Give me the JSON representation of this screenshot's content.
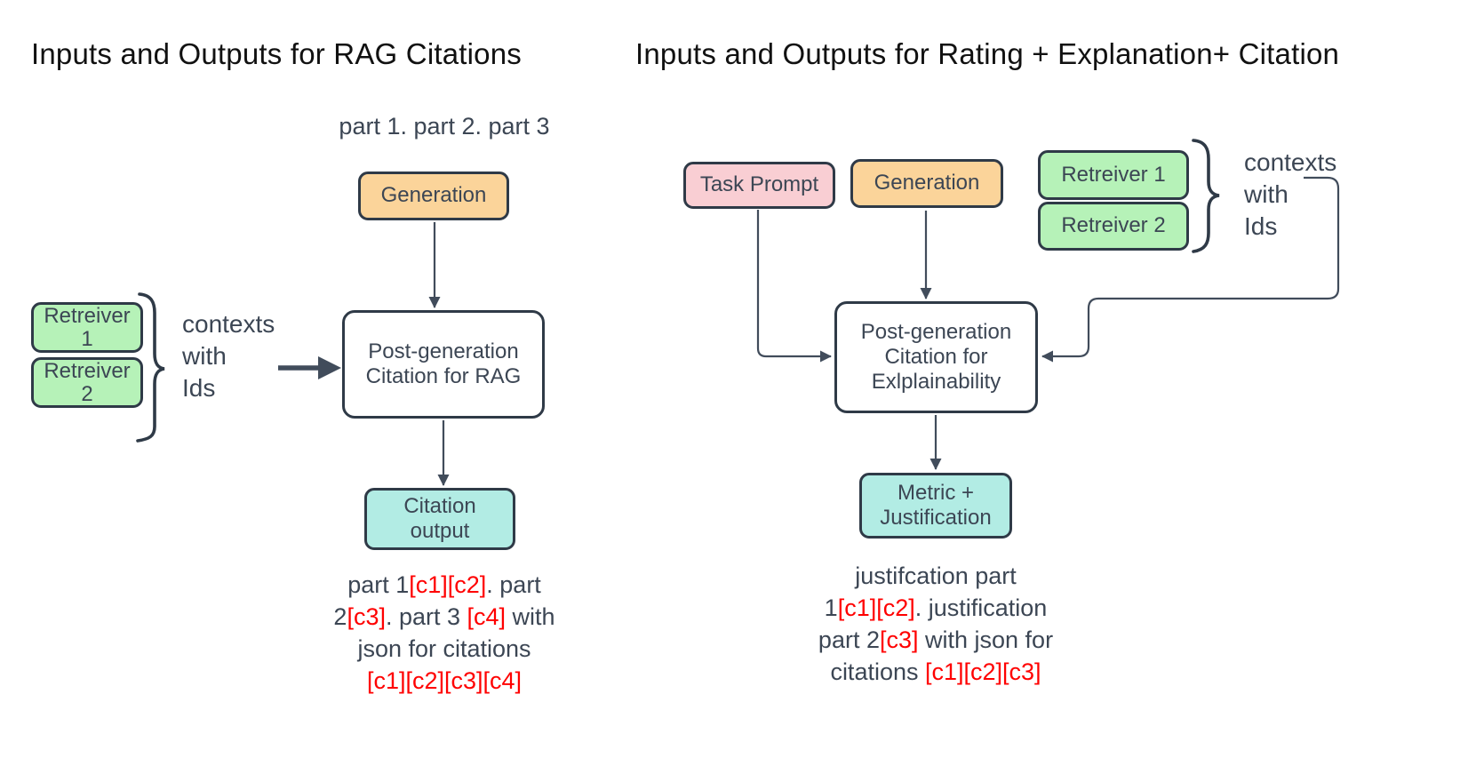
{
  "colors": {
    "stroke": "#2f3a47",
    "line": "#414c5b",
    "text": "#3c4654",
    "title": "#111111",
    "red": "#ff0000",
    "orange": "#fbd49a",
    "green": "#b6f2b8",
    "teal": "#b2ece4",
    "pink": "#f9ced3",
    "white": "#ffffff",
    "canvas-bg": "#ffffff"
  },
  "left": {
    "title": "Inputs and Outputs for RAG Citations",
    "parts_note": "part 1. part 2. part 3",
    "nodes": {
      "generation": {
        "label": "Generation"
      },
      "retreiver1": {
        "lines": [
          "Retreiver",
          "1"
        ]
      },
      "retreiver2": {
        "lines": [
          "Retreiver",
          "2"
        ]
      },
      "postgen": {
        "lines": [
          "Post-generation",
          "Citation for RAG"
        ]
      },
      "citation_output": {
        "lines": [
          "Citation",
          "output"
        ]
      }
    },
    "contexts_note": {
      "lines": [
        "contexts",
        "with",
        "Ids"
      ]
    },
    "output_lines": [
      [
        {
          "text": "part 1",
          "red": false
        },
        {
          "text": "[c1][c2]",
          "red": true
        },
        {
          "text": ". part",
          "red": false
        }
      ],
      [
        {
          "text": "2",
          "red": false
        },
        {
          "text": "[c3]",
          "red": true
        },
        {
          "text": ". part 3 ",
          "red": false
        },
        {
          "text": "[c4]",
          "red": true
        },
        {
          "text": " with",
          "red": false
        }
      ],
      [
        {
          "text": "json for citations",
          "red": false
        }
      ],
      [
        {
          "text": "[c1][c2][c3][c4]",
          "red": true
        }
      ]
    ]
  },
  "right": {
    "title": "Inputs and Outputs for Rating + Explanation+ Citation",
    "nodes": {
      "task_prompt": {
        "label": "Task Prompt"
      },
      "generation": {
        "label": "Generation"
      },
      "retreiver1": {
        "label": "Retreiver 1"
      },
      "retreiver2": {
        "label": "Retreiver 2"
      },
      "postgen": {
        "lines": [
          "Post-generation",
          "Citation for",
          "Exlplainability"
        ]
      },
      "metric": {
        "lines": [
          "Metric +",
          "Justification"
        ]
      }
    },
    "contexts_note": {
      "lines": [
        "contexts",
        "with",
        "Ids"
      ]
    },
    "output_lines": [
      [
        {
          "text": "justifcation part",
          "red": false
        }
      ],
      [
        {
          "text": "1",
          "red": false
        },
        {
          "text": "[c1][c2]",
          "red": true
        },
        {
          "text": ". justification",
          "red": false
        }
      ],
      [
        {
          "text": "part 2",
          "red": false
        },
        {
          "text": "[c3]",
          "red": true
        },
        {
          "text": " with json for",
          "red": false
        }
      ],
      [
        {
          "text": "citations ",
          "red": false
        },
        {
          "text": "[c1][c2][c3]",
          "red": true
        }
      ]
    ]
  }
}
